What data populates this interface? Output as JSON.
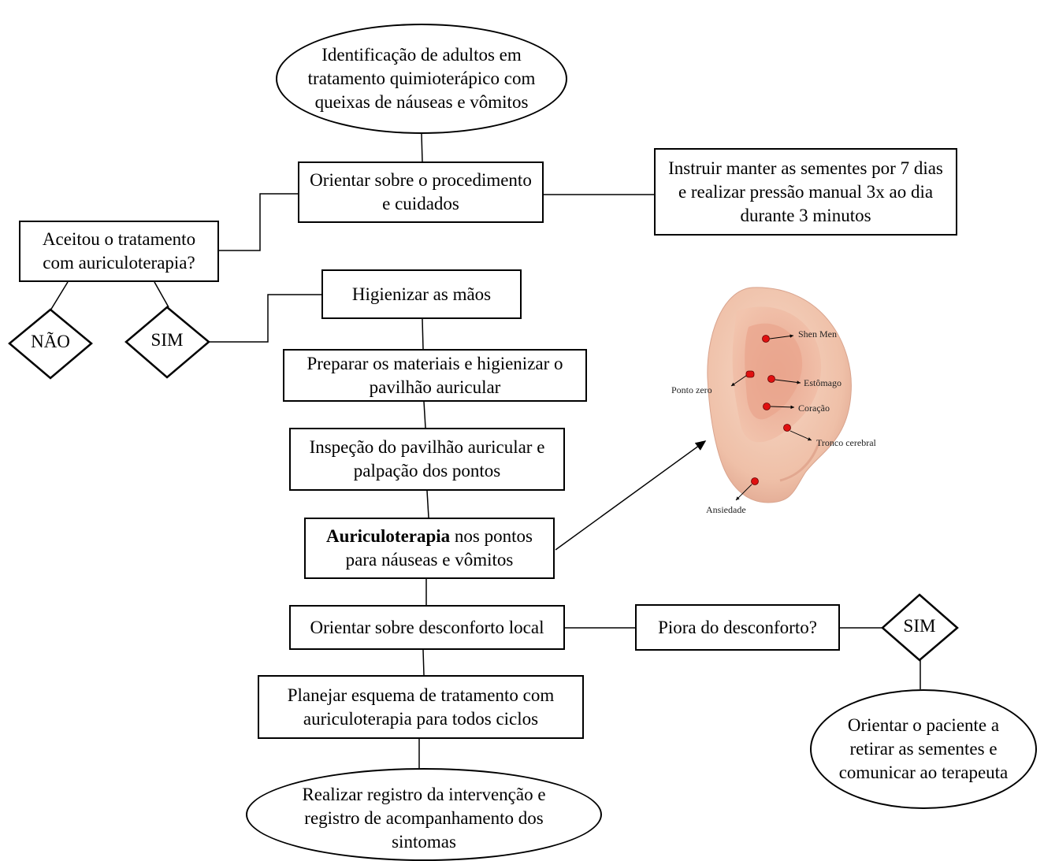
{
  "nodes": {
    "start": "Identificação de adultos em tratamento quimioterápico com queixas de náuseas e vômitos",
    "orient_proc": "Orientar sobre o procedimento e cuidados",
    "instruct": "Instruir manter as sementes por 7 dias e realizar pressão manual 3x ao dia durante 3 minutos",
    "accepted": "Aceitou o tratamento com auriculoterapia?",
    "no": "NÃO",
    "yes": "SIM",
    "wash": "Higienizar as mãos",
    "prepare": "Preparar os materiais e higienizar o pavilhão auricular",
    "inspect": "Inspeção do pavilhão auricular e palpação dos pontos",
    "auriculo_bold": "Auriculoterapia",
    "auriculo_rest": " nos pontos para náuseas e vômitos",
    "discomfort": "Orientar sobre desconforto local",
    "worse": "Piora do desconforto?",
    "worse_yes": "SIM",
    "remove": "Orientar o paciente a retirar as sementes e comunicar ao terapeuta",
    "plan": "Planejar esquema de tratamento com auriculoterapia para todos ciclos",
    "register": "Realizar registro da intervenção e registro de acompanhamento dos sintomas"
  },
  "ear_points": {
    "shen_men": "Shen Men",
    "ponto_zero": "Ponto zero",
    "estomago": "Estômago",
    "coracao": "Coração",
    "tronco": "Tronco cerebral",
    "ansiedade": "Ansiedade"
  },
  "colors": {
    "point": "#e01010",
    "skin": "#f2c9b4",
    "skin_dark": "#e4a58d"
  }
}
